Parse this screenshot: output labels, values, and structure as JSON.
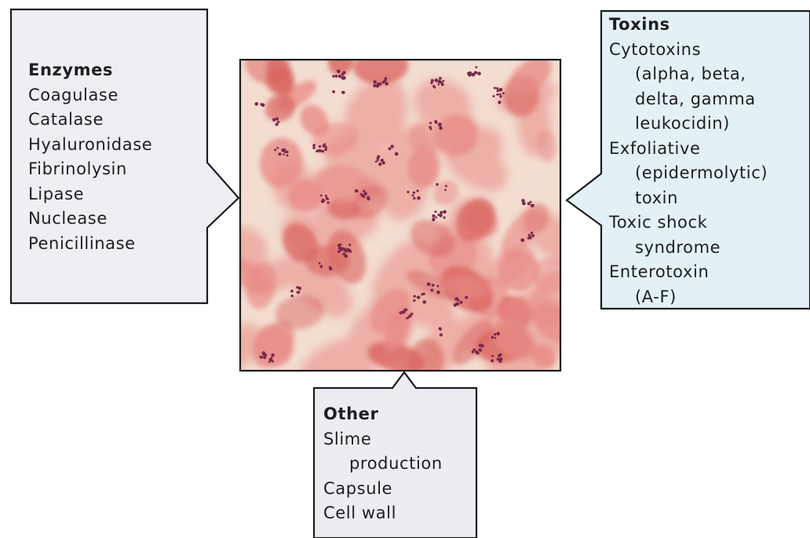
{
  "enzymes": {
    "heading": "Enzymes",
    "items": [
      "Coagulase",
      "Catalase",
      "Hyaluronidase",
      "Fibrinolysin",
      "Lipase",
      "Nuclease",
      "Penicillinase"
    ]
  },
  "toxins": {
    "heading": "Toxins",
    "lines": [
      "Cytotoxins",
      "(alpha, beta,",
      "delta, gamma",
      "leukocidin)",
      "Exfoliative",
      "(epidermolytic)",
      "toxin",
      "Toxic shock",
      "syndrome",
      "Enterotoxin",
      "(A-F)"
    ]
  },
  "other": {
    "heading": "Other",
    "lines": [
      "Slime",
      "production",
      "Capsule",
      "Cell wall"
    ]
  },
  "colors": {
    "enzymes_box": "#f1edf5",
    "toxins_box": "#e3f1f7",
    "other_box": "#efebf3",
    "outline": "#1c1c1c",
    "slide_background": "#f3ddd0",
    "cell": "#e88a86",
    "cell_dark": "#d9645f",
    "coccus": "#7a2b4a"
  },
  "micrograph": {
    "subject": "gram-stained clusters of cocci among pink epithelial cells"
  }
}
